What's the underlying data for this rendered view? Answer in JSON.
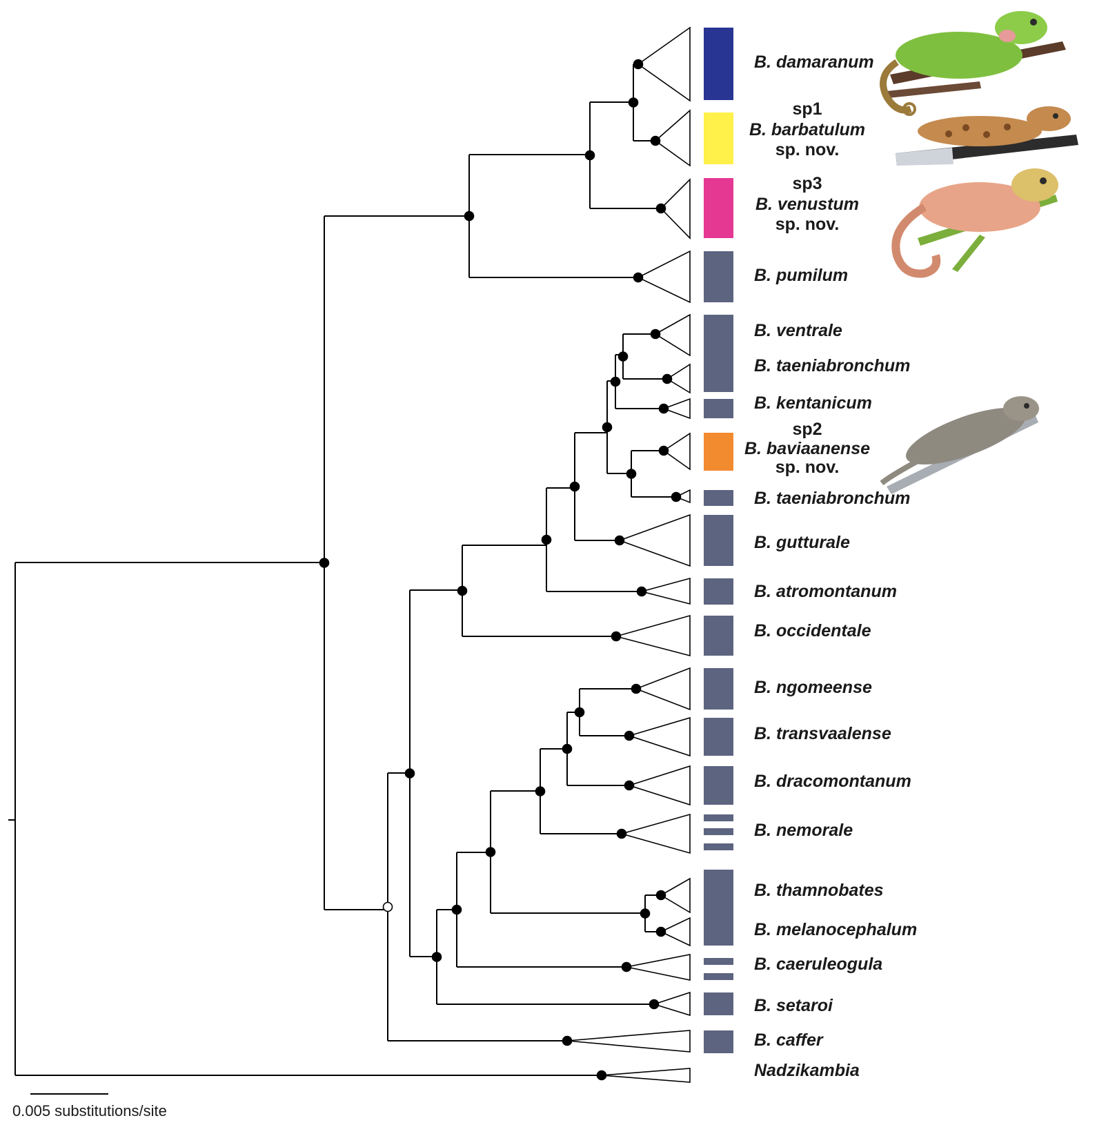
{
  "clades": [
    {
      "id": "damaranum",
      "lines": [
        {
          "text": "B. damaranum",
          "italic": true
        }
      ],
      "bar_color": "#283593"
    },
    {
      "id": "barbatulum",
      "lines": [
        {
          "text": "sp1",
          "italic": false
        },
        {
          "text": "B. barbatulum",
          "italic": true
        },
        {
          "text": "sp. nov.",
          "italic": false
        }
      ],
      "bar_color": "#fff04a"
    },
    {
      "id": "venustum",
      "lines": [
        {
          "text": "sp3",
          "italic": false
        },
        {
          "text": "B. venustum",
          "italic": true
        },
        {
          "text": "sp. nov.",
          "italic": false
        }
      ],
      "bar_color": "#e43893"
    },
    {
      "id": "pumilum",
      "lines": [
        {
          "text": "B. pumilum",
          "italic": true
        }
      ],
      "bar_color": "#5d6480"
    },
    {
      "id": "ventrale",
      "lines": [
        {
          "text": "B. ventrale",
          "italic": true
        }
      ],
      "bar_color": "#5d6480"
    },
    {
      "id": "taeniabronchum1",
      "lines": [
        {
          "text": "B. taeniabronchum",
          "italic": true
        }
      ],
      "bar_color": "#5d6480"
    },
    {
      "id": "kentanicum",
      "lines": [
        {
          "text": "B. kentanicum",
          "italic": true
        }
      ],
      "bar_color": "#5d6480"
    },
    {
      "id": "baviaanense",
      "lines": [
        {
          "text": "sp2",
          "italic": false
        },
        {
          "text": "B. baviaanense",
          "italic": true
        },
        {
          "text": "sp. nov.",
          "italic": false
        }
      ],
      "bar_color": "#f28a30"
    },
    {
      "id": "taeniabronchum2",
      "lines": [
        {
          "text": "B. taeniabronchum",
          "italic": true
        }
      ],
      "bar_color": "#5d6480"
    },
    {
      "id": "gutturale",
      "lines": [
        {
          "text": "B. gutturale",
          "italic": true
        }
      ],
      "bar_color": "#5d6480"
    },
    {
      "id": "atromontanum",
      "lines": [
        {
          "text": "B. atromontanum",
          "italic": true
        }
      ],
      "bar_color": "#5d6480"
    },
    {
      "id": "occidentale",
      "lines": [
        {
          "text": "B. occidentale",
          "italic": true
        }
      ],
      "bar_color": "#5d6480"
    },
    {
      "id": "ngomeense",
      "lines": [
        {
          "text": "B. ngomeense",
          "italic": true
        }
      ],
      "bar_color": "#5d6480"
    },
    {
      "id": "transvaalense",
      "lines": [
        {
          "text": "B. transvaalense",
          "italic": true
        }
      ],
      "bar_color": "#5d6480"
    },
    {
      "id": "dracomontanum",
      "lines": [
        {
          "text": "B. dracomontanum",
          "italic": true
        }
      ],
      "bar_color": "#5d6480"
    },
    {
      "id": "nemorale",
      "lines": [
        {
          "text": "B. nemorale",
          "italic": true
        }
      ],
      "bar_color": "#5d6480"
    },
    {
      "id": "thamnobates",
      "lines": [
        {
          "text": "B. thamnobates",
          "italic": true
        }
      ],
      "bar_color": "#5d6480"
    },
    {
      "id": "melanocephalum",
      "lines": [
        {
          "text": "B. melanocephalum",
          "italic": true
        }
      ],
      "bar_color": "#5d6480"
    },
    {
      "id": "caeruleogula",
      "lines": [
        {
          "text": "B. caeruleogula",
          "italic": true
        }
      ],
      "bar_color": "#5d6480"
    },
    {
      "id": "setaroi",
      "lines": [
        {
          "text": "B. setaroi",
          "italic": true
        }
      ],
      "bar_color": "#5d6480"
    },
    {
      "id": "caffer",
      "lines": [
        {
          "text": "B. caffer",
          "italic": true
        }
      ],
      "bar_color": "#5d6480"
    },
    {
      "id": "nadzikambia",
      "lines": [
        {
          "text": "Nadzikambia",
          "italic": true
        }
      ],
      "bar_color": null
    }
  ],
  "scale_bar": {
    "value": 0.005,
    "label": "0.005 substitutions/site"
  },
  "node_support": {
    "filled_color": "#000000",
    "open_color": "#ffffff"
  },
  "photo_icons": [
    "chameleon-green-icon",
    "chameleon-brown-spotted-icon",
    "chameleon-pink-icon",
    "chameleon-grey-icon"
  ]
}
